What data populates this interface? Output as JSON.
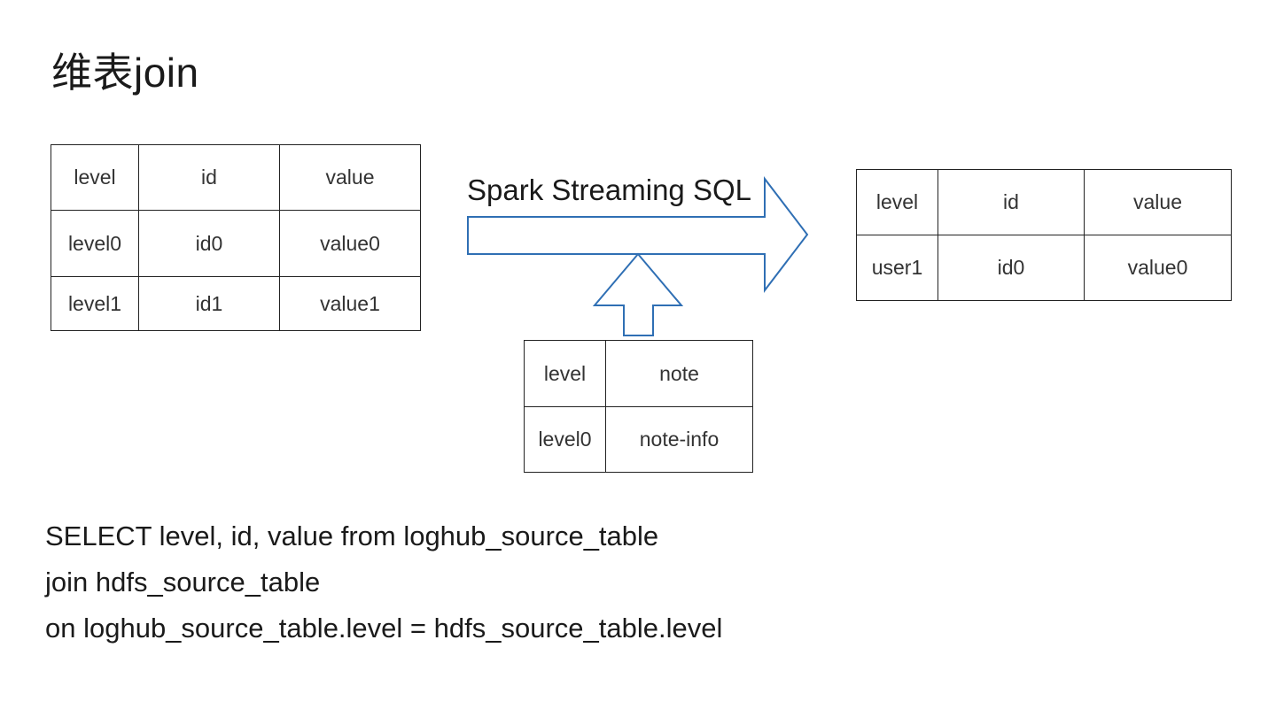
{
  "title": "维表join",
  "source_table": {
    "header": [
      "level",
      "id",
      "value"
    ],
    "rows": [
      [
        "level0",
        "id0",
        "value0"
      ],
      [
        "level1",
        "id1",
        "value1"
      ]
    ]
  },
  "flow_label": "Spark Streaming SQL",
  "dim_table": {
    "header": [
      "level",
      "note"
    ],
    "rows": [
      [
        "level0",
        "note-info"
      ]
    ]
  },
  "result_table": {
    "header": [
      "level",
      "id",
      "value"
    ],
    "rows": [
      [
        "user1",
        "id0",
        "value0"
      ]
    ]
  },
  "sql_lines": [
    "SELECT level, id, value from loghub_source_table",
    "join hdfs_source_table",
    "on loghub_source_table.level = hdfs_source_table.level"
  ],
  "colors": {
    "arrow_stroke": "#2f6fb4",
    "table_border": "#222222"
  }
}
